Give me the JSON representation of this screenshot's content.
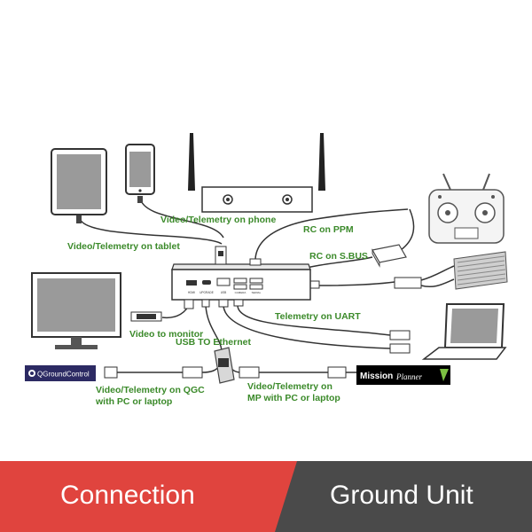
{
  "labels": {
    "phone": "Video/Telemetry on phone",
    "tablet": "Video/Telemetry on tablet",
    "rc_ppm": "RC on PPM",
    "rc_sbus": "RC on S.BUS",
    "monitor": "Video to monitor",
    "uart": "Telemetry on UART",
    "usb_ethernet": "USB TO Ethernet",
    "qgc_line1": "Video/Telemetry on QGC",
    "qgc_line2": "with PC or laptop",
    "mp_line1": "Video/Telemetry on",
    "mp_line2": "MP with PC or laptop"
  },
  "logos": {
    "qgroundcontrol": "QGroundControl",
    "missionplanner_a": "Mission",
    "missionplanner_b": "Planner"
  },
  "ports": {
    "hdmi": "HDMI",
    "upgrade": "UPGRADE",
    "usb": "USB",
    "ports_a": "CAMERA",
    "ports_b": "SERIAL"
  },
  "banner": {
    "left": "Connection",
    "right": "Ground Unit"
  },
  "colors": {
    "label_green": "#3b8a2a",
    "banner_red": "#e0443e",
    "banner_gray": "#4a4a4a"
  }
}
